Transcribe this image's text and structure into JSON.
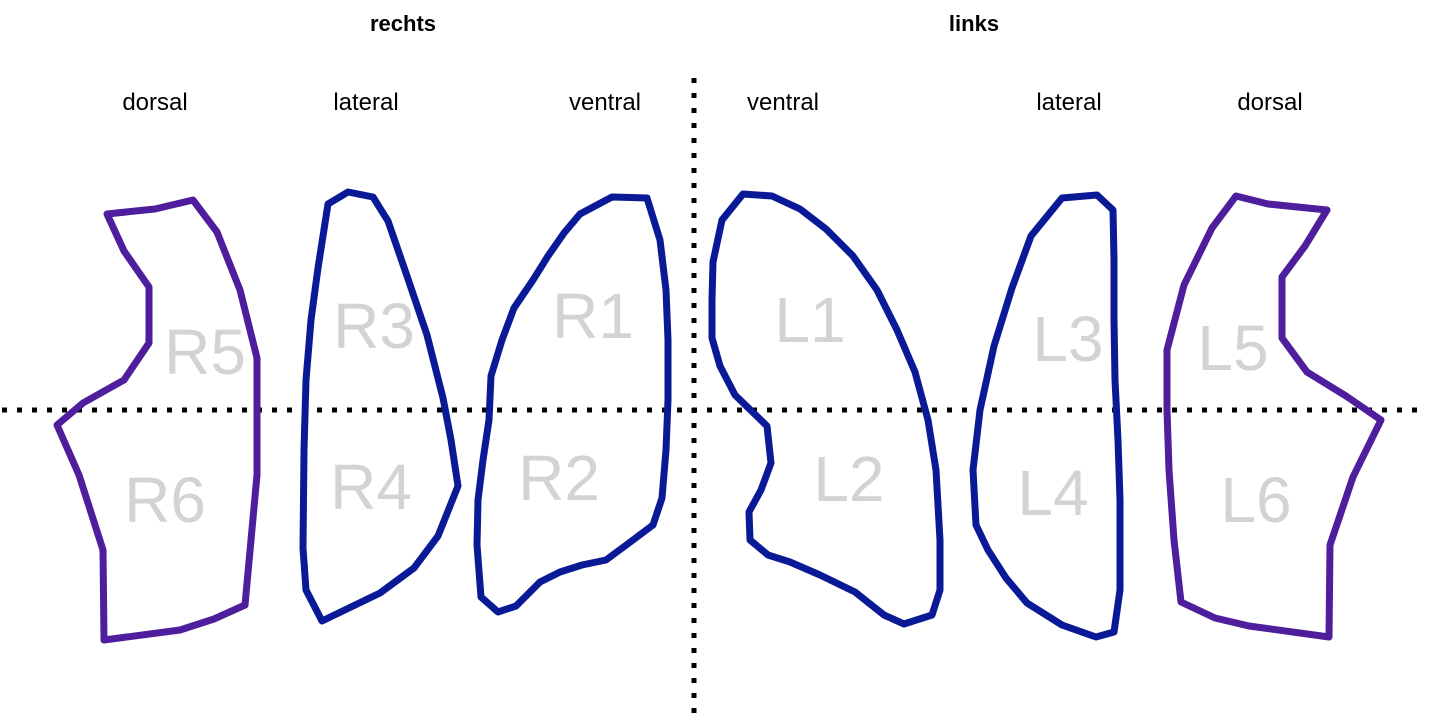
{
  "colors": {
    "lateral_ventral_outline": "#0a1a96",
    "dorsal_outline": "#4e1e9c",
    "region_label": "#d3d3d3",
    "divider": "#000000"
  },
  "sides": {
    "right": {
      "title": "rechts",
      "views": {
        "dorsal": "dorsal",
        "lateral": "lateral",
        "ventral": "ventral"
      },
      "regions": {
        "r1": "R1",
        "r2": "R2",
        "r3": "R3",
        "r4": "R4",
        "r5": "R5",
        "r6": "R6"
      }
    },
    "left": {
      "title": "links",
      "views": {
        "ventral": "ventral",
        "lateral": "lateral",
        "dorsal": "dorsal"
      },
      "regions": {
        "l1": "L1",
        "l2": "L2",
        "l3": "L3",
        "l4": "L4",
        "l5": "L5",
        "l6": "L6"
      }
    }
  }
}
